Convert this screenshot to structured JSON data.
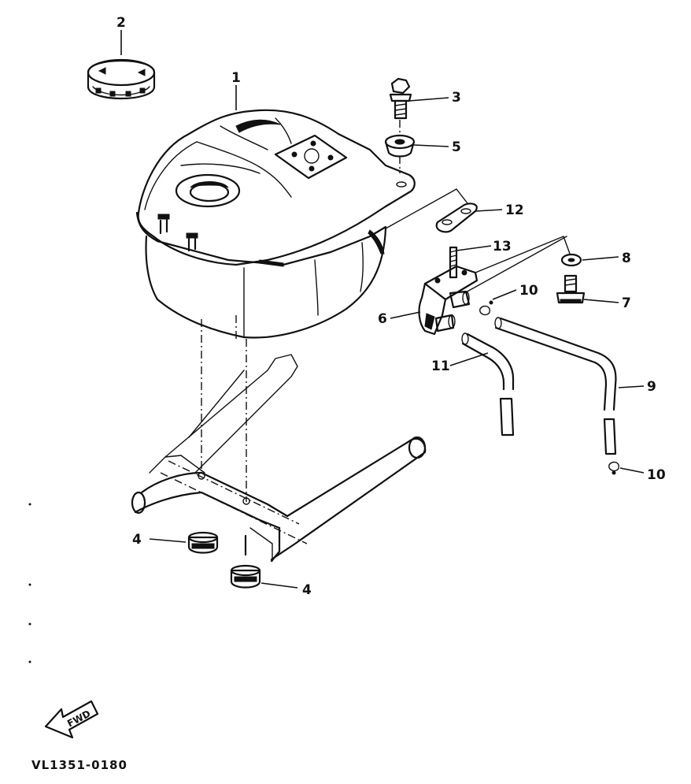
{
  "callouts": {
    "c1": "1",
    "c2": "2",
    "c3": "3",
    "c4a": "4",
    "c4b": "4",
    "c5": "5",
    "c6": "6",
    "c7": "7",
    "c8": "8",
    "c9": "9",
    "c10a": "10",
    "c10b": "10",
    "c11": "11",
    "c12": "12",
    "c13": "13"
  },
  "direction_label": "FWD",
  "part_number": "VL1351-0180"
}
